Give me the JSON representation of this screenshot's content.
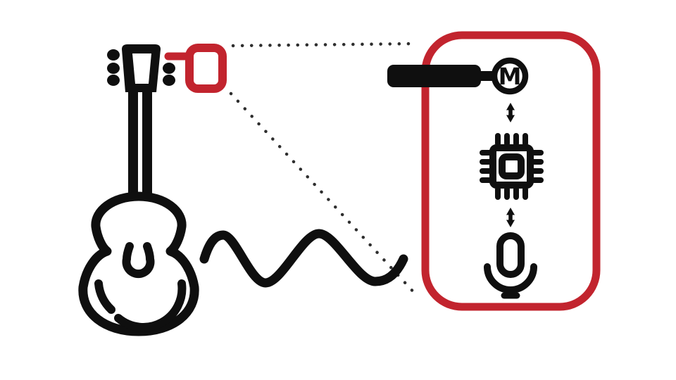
{
  "colors": {
    "ink": "#0f0f0f",
    "red": "#c2242e",
    "dot": "#2e2e2e",
    "bg": "#ffffff"
  },
  "scene": {
    "guitar_icon": "acoustic-guitar-icon",
    "attachment_marker_icon": "headstock-clip-outline",
    "wave_icon": "sound-wave-squiggle",
    "callout_style": "dotted-zoom-callout"
  },
  "panel": {
    "motor_label": "M",
    "flow_icons": [
      "motor-icon",
      "up-down-arrow-icon",
      "chip-icon",
      "up-down-arrow-icon",
      "microphone-icon"
    ]
  }
}
